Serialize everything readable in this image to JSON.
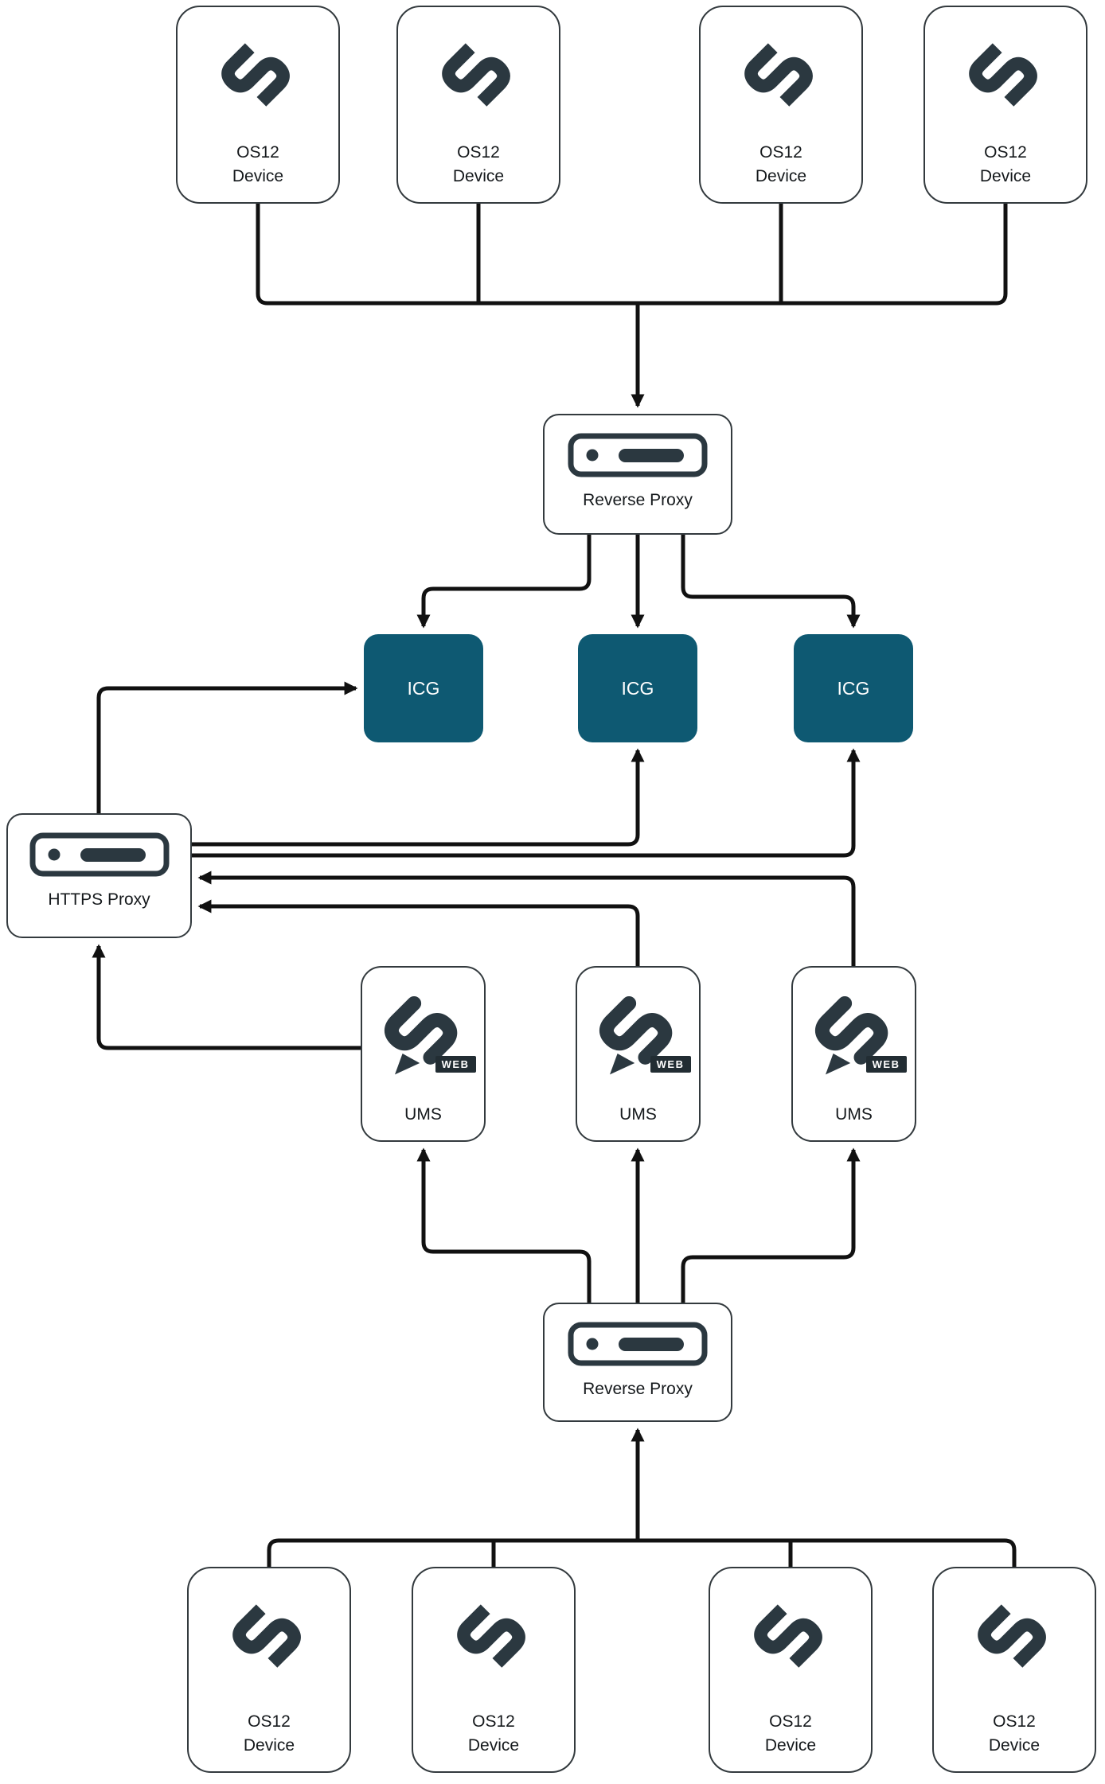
{
  "diagram": {
    "colors": {
      "icg_fill": "#0e5972",
      "line": "#111111",
      "logo": "#2b3840",
      "node_border": "#333a3e",
      "badge_bg": "#222d33"
    },
    "top_devices": [
      {
        "label": "OS12\nDevice",
        "icon": "igel-os-logo"
      },
      {
        "label": "OS12\nDevice",
        "icon": "igel-os-logo"
      },
      {
        "label": "OS12\nDevice",
        "icon": "igel-os-logo"
      },
      {
        "label": "OS12\nDevice",
        "icon": "igel-os-logo"
      }
    ],
    "top_proxy": {
      "label": "Reverse Proxy",
      "icon": "server-icon"
    },
    "icg_nodes": [
      {
        "label": "ICG"
      },
      {
        "label": "ICG"
      },
      {
        "label": "ICG"
      }
    ],
    "https_proxy": {
      "label": "HTTPS Proxy",
      "icon": "server-icon"
    },
    "ums_nodes": [
      {
        "label": "UMS",
        "icon": "igel-ums-web-logo",
        "badge": "WEB"
      },
      {
        "label": "UMS",
        "icon": "igel-ums-web-logo",
        "badge": "WEB"
      },
      {
        "label": "UMS",
        "icon": "igel-ums-web-logo",
        "badge": "WEB"
      }
    ],
    "bottom_proxy": {
      "label": "Reverse Proxy",
      "icon": "server-icon"
    },
    "bottom_devices": [
      {
        "label": "OS12\nDevice",
        "icon": "igel-os-logo"
      },
      {
        "label": "OS12\nDevice",
        "icon": "igel-os-logo"
      },
      {
        "label": "OS12\nDevice",
        "icon": "igel-os-logo"
      },
      {
        "label": "OS12\nDevice",
        "icon": "igel-os-logo"
      }
    ]
  }
}
